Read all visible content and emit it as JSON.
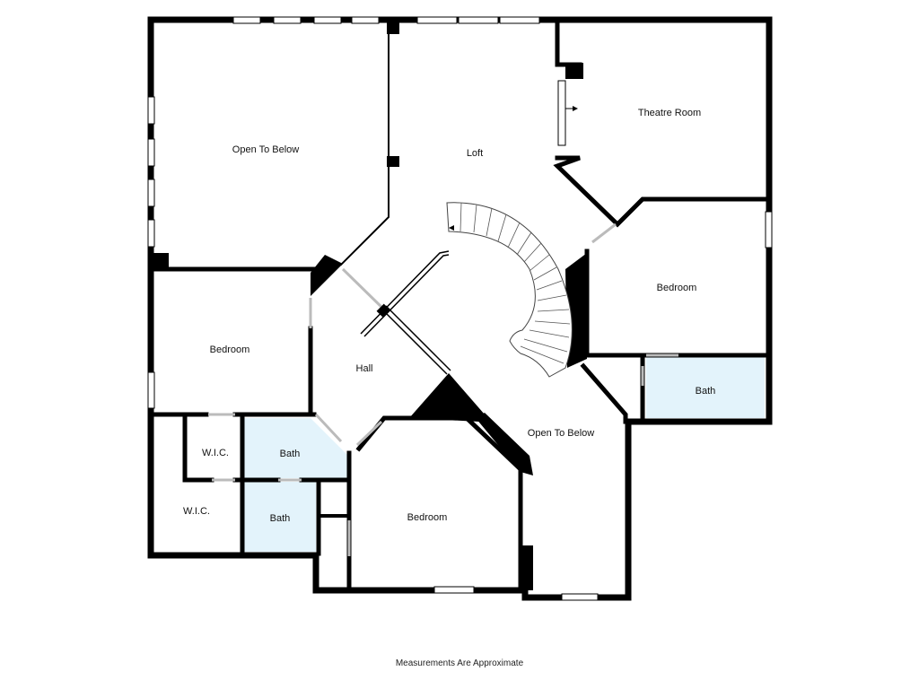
{
  "floorplan": {
    "rooms": {
      "open_to_below_top": "Open To Below",
      "loft": "Loft",
      "theatre_room": "Theatre Room",
      "bedroom_right": "Bedroom",
      "bedroom_left": "Bedroom",
      "hall": "Hall",
      "bath_right": "Bath",
      "open_to_below_bottom": "Open To Below",
      "wic_upper": "W.I.C.",
      "wic_lower": "W.I.C.",
      "bath_upper": "Bath",
      "bath_lower": "Bath",
      "bedroom_bottom": "Bedroom"
    },
    "colors": {
      "wall": "#000000",
      "bath_fill": "#e3f3fb",
      "background": "#ffffff"
    }
  },
  "footer": {
    "note": "Measurements Are Approximate"
  }
}
